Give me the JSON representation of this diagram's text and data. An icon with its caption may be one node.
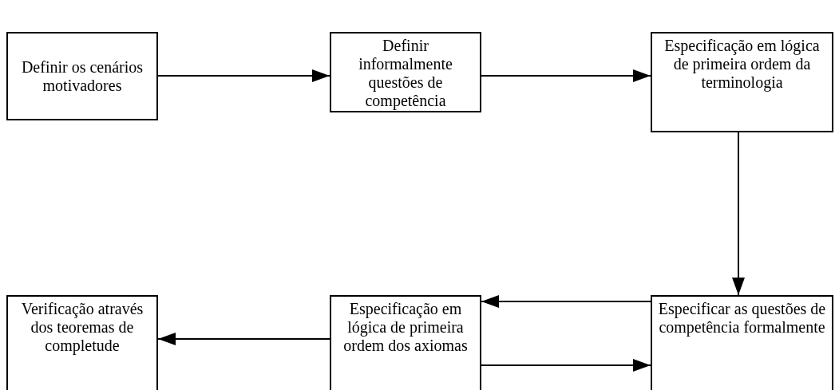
{
  "diagram": {
    "nodes": [
      {
        "text": [
          "Definir os cenários motivadores"
        ]
      },
      {
        "text": [
          "Definir informalmente questões de competência"
        ]
      },
      {
        "text": [
          "Especificação em lógica de primeira ordem da terminologia"
        ]
      },
      {
        "text": [
          "Verificação através dos teoremas de completude"
        ]
      },
      {
        "text": [
          "Especificação em lógica de primeira ordem dos axiomas"
        ]
      },
      {
        "text": [
          "Especificar as questões de competência formalmente"
        ]
      }
    ],
    "edges": [
      {
        "from": 0,
        "to": 1,
        "arrow": "to"
      },
      {
        "from": 1,
        "to": 2,
        "arrow": "to"
      },
      {
        "from": 2,
        "to": 5,
        "arrow": "to"
      },
      {
        "from": 5,
        "to": 4,
        "arrow": "to"
      },
      {
        "from": 4,
        "to": 5,
        "arrow": "to"
      },
      {
        "from": 4,
        "to": 3,
        "arrow": "to"
      }
    ]
  }
}
